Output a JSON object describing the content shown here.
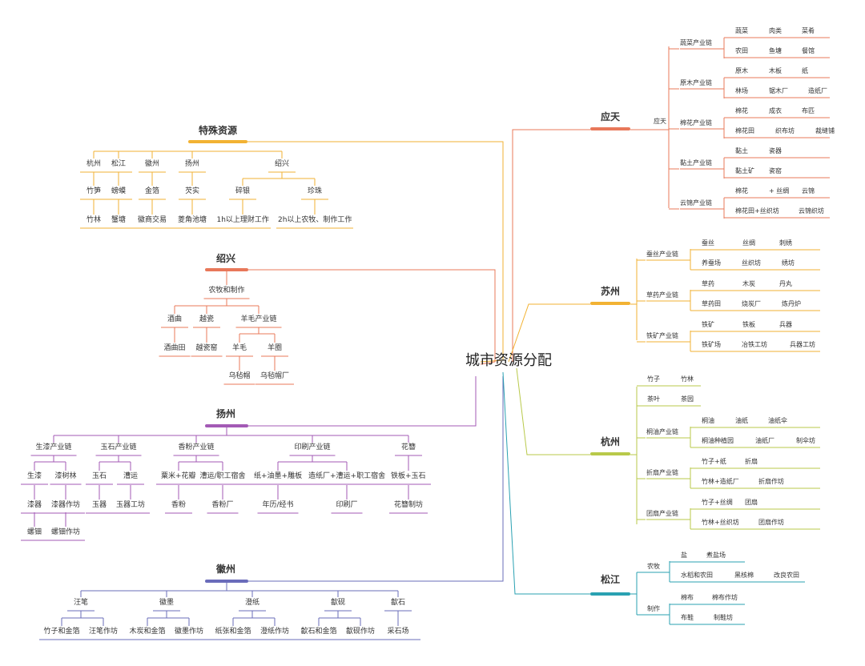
{
  "root": "城市资源分配",
  "colors": {
    "special": "#f2b233",
    "shaoxing": "#e8785a",
    "yangzhou": "#a35ab5",
    "huizhou": "#6a6cba",
    "yingtian": "#e8785a",
    "suzhou": "#f2b233",
    "hangzhou": "#b8c94a",
    "songjiang": "#2aa1b2"
  },
  "left": {
    "special": {
      "title": "特殊资源",
      "cities": [
        {
          "name": "杭州",
          "items": [
            "竹笋",
            "竹林"
          ]
        },
        {
          "name": "松江",
          "items": [
            "螃蟆",
            "蟹塘"
          ]
        },
        {
          "name": "徽州",
          "items": [
            "金箔",
            "徽商交易"
          ]
        },
        {
          "name": "扬州",
          "items": [
            "芡实",
            "菱角池塘"
          ]
        }
      ],
      "shaoxing": {
        "name": "绍兴",
        "items": [
          {
            "name": "碎银",
            "leaf": "1h以上理财工作"
          },
          {
            "name": "珍珠",
            "leaf": "2h以上农牧、制作工作"
          }
        ]
      }
    },
    "shaoxing": {
      "title": "绍兴",
      "group": "农牧和制作",
      "items": [
        {
          "name": "酒曲",
          "leaf": "酒曲田"
        },
        {
          "name": "越瓷",
          "leaf": "越瓷窑"
        }
      ],
      "wool": {
        "name": "羊毛产业链",
        "items": [
          {
            "name": "羊毛",
            "leaf": "乌毡帽"
          },
          {
            "name": "羊圈",
            "leaf": "乌毡帽厂"
          }
        ]
      }
    },
    "yangzhou": {
      "title": "扬州",
      "chains": [
        {
          "name": "生漆产业链",
          "items": [
            {
              "name": "生漆",
              "leaves": [
                "漆器",
                "螺钿"
              ]
            },
            {
              "name": "漆树林",
              "leaves": [
                "漆器作坊",
                "螺钿作坊"
              ]
            }
          ]
        },
        {
          "name": "玉石产业链",
          "items": [
            {
              "name": "玉石",
              "leaves": [
                "玉器"
              ]
            },
            {
              "name": "漕运",
              "leaves": [
                "玉器工坊"
              ]
            }
          ]
        },
        {
          "name": "香粉产业链",
          "items": [
            {
              "name": "粟米+花瓣",
              "leaves": [
                "香粉"
              ]
            },
            {
              "name": "漕运/职工宿舍",
              "leaves": [
                "香粉厂"
              ]
            }
          ]
        },
        {
          "name": "印刷产业链",
          "items": [
            {
              "name": "纸+油墨+雕板",
              "leaves": [
                "年历/经书"
              ]
            },
            {
              "name": "造纸厂+漕运+职工宿舍",
              "leaves": [
                "印刷厂"
              ]
            }
          ]
        },
        {
          "name": "花簪",
          "items": [
            {
              "name": "铁板+玉石",
              "leaves": [
                "花簪制坊"
              ]
            }
          ]
        }
      ]
    },
    "huizhou": {
      "title": "徽州",
      "items": [
        {
          "name": "汪笔",
          "leaves": [
            "竹子和金箔",
            "汪笔作坊"
          ]
        },
        {
          "name": "徽墨",
          "leaves": [
            "木炭和金箔",
            "徽墨作坊"
          ]
        },
        {
          "name": "澄纸",
          "leaves": [
            "纸张和金箔",
            "澄纸作坊"
          ]
        },
        {
          "name": "歙砚",
          "leaves": [
            "歙石和金箔",
            "歙砚作坊"
          ]
        },
        {
          "name": "歙石",
          "leaves": [
            "采石场"
          ]
        }
      ]
    }
  },
  "right": {
    "yingtian": {
      "title": "应天",
      "sub": "应天",
      "chains": [
        {
          "name": "蔬菜产业链",
          "rows": [
            [
              "蔬菜",
              "肉类",
              "菜肴"
            ],
            [
              "农田",
              "鱼塘",
              "餐馆"
            ]
          ]
        },
        {
          "name": "原木产业链",
          "rows": [
            [
              "原木",
              "木板",
              "纸"
            ],
            [
              "林场",
              "锯木厂",
              "造纸厂"
            ]
          ]
        },
        {
          "name": "棉花产业链",
          "rows": [
            [
              "棉花",
              "成衣",
              "布匹"
            ],
            [
              "棉花田",
              "织布坊",
              "裁缝铺"
            ]
          ]
        },
        {
          "name": "黏土产业链",
          "rows": [
            [
              "黏土",
              "瓷器"
            ],
            [
              "黏土矿",
              "瓷窑"
            ]
          ]
        },
        {
          "name": "云锦产业链",
          "rows": [
            [
              "棉花",
              "+ 丝绸",
              "云锦"
            ],
            [
              "棉花田+丝织坊",
              "云锦织坊"
            ]
          ]
        }
      ]
    },
    "suzhou": {
      "title": "苏州",
      "chains": [
        {
          "name": "蚕丝产业链",
          "rows": [
            [
              "蚕丝",
              "丝绸",
              "刺绣"
            ],
            [
              "养蚕场",
              "丝织坊",
              "绣坊"
            ]
          ]
        },
        {
          "name": "草药产业链",
          "rows": [
            [
              "草药",
              "木炭",
              "丹丸"
            ],
            [
              "草药田",
              "烧炭厂",
              "炼丹炉"
            ]
          ]
        },
        {
          "name": "铁矿产业链",
          "rows": [
            [
              "铁矿",
              "铁板",
              "兵器"
            ],
            [
              "铁矿场",
              "冶铁工坊",
              "兵器工坊"
            ]
          ]
        }
      ]
    },
    "hangzhou": {
      "title": "杭州",
      "simple": [
        {
          "name": "竹子",
          "leaf": "竹林"
        },
        {
          "name": "茶叶",
          "leaf": "茶园"
        }
      ],
      "chains": [
        {
          "name": "桐油产业链",
          "rows": [
            [
              "桐油",
              "油纸",
              "油纸伞"
            ],
            [
              "桐油种植园",
              "油纸厂",
              "制伞坊"
            ]
          ]
        },
        {
          "name": "折扇产业链",
          "rows": [
            [
              "竹子+纸",
              "折扇"
            ],
            [
              "竹林+造纸厂",
              "折扇作坊"
            ]
          ]
        },
        {
          "name": "团扇产业链",
          "rows": [
            [
              "竹子+丝绸",
              "团扇"
            ],
            [
              "竹林+丝织坊",
              "团扇作坊"
            ]
          ]
        }
      ]
    },
    "songjiang": {
      "title": "松江",
      "chains": [
        {
          "name": "农牧",
          "rows": [
            [
              "盐",
              "煮盐场"
            ],
            [
              "水稻和农田",
              "黑核棉",
              "改良农田"
            ]
          ]
        },
        {
          "name": "制作",
          "rows": [
            [
              "棉布",
              "棉布作坊"
            ],
            [
              "布鞋",
              "制鞋坊"
            ]
          ]
        }
      ]
    }
  }
}
